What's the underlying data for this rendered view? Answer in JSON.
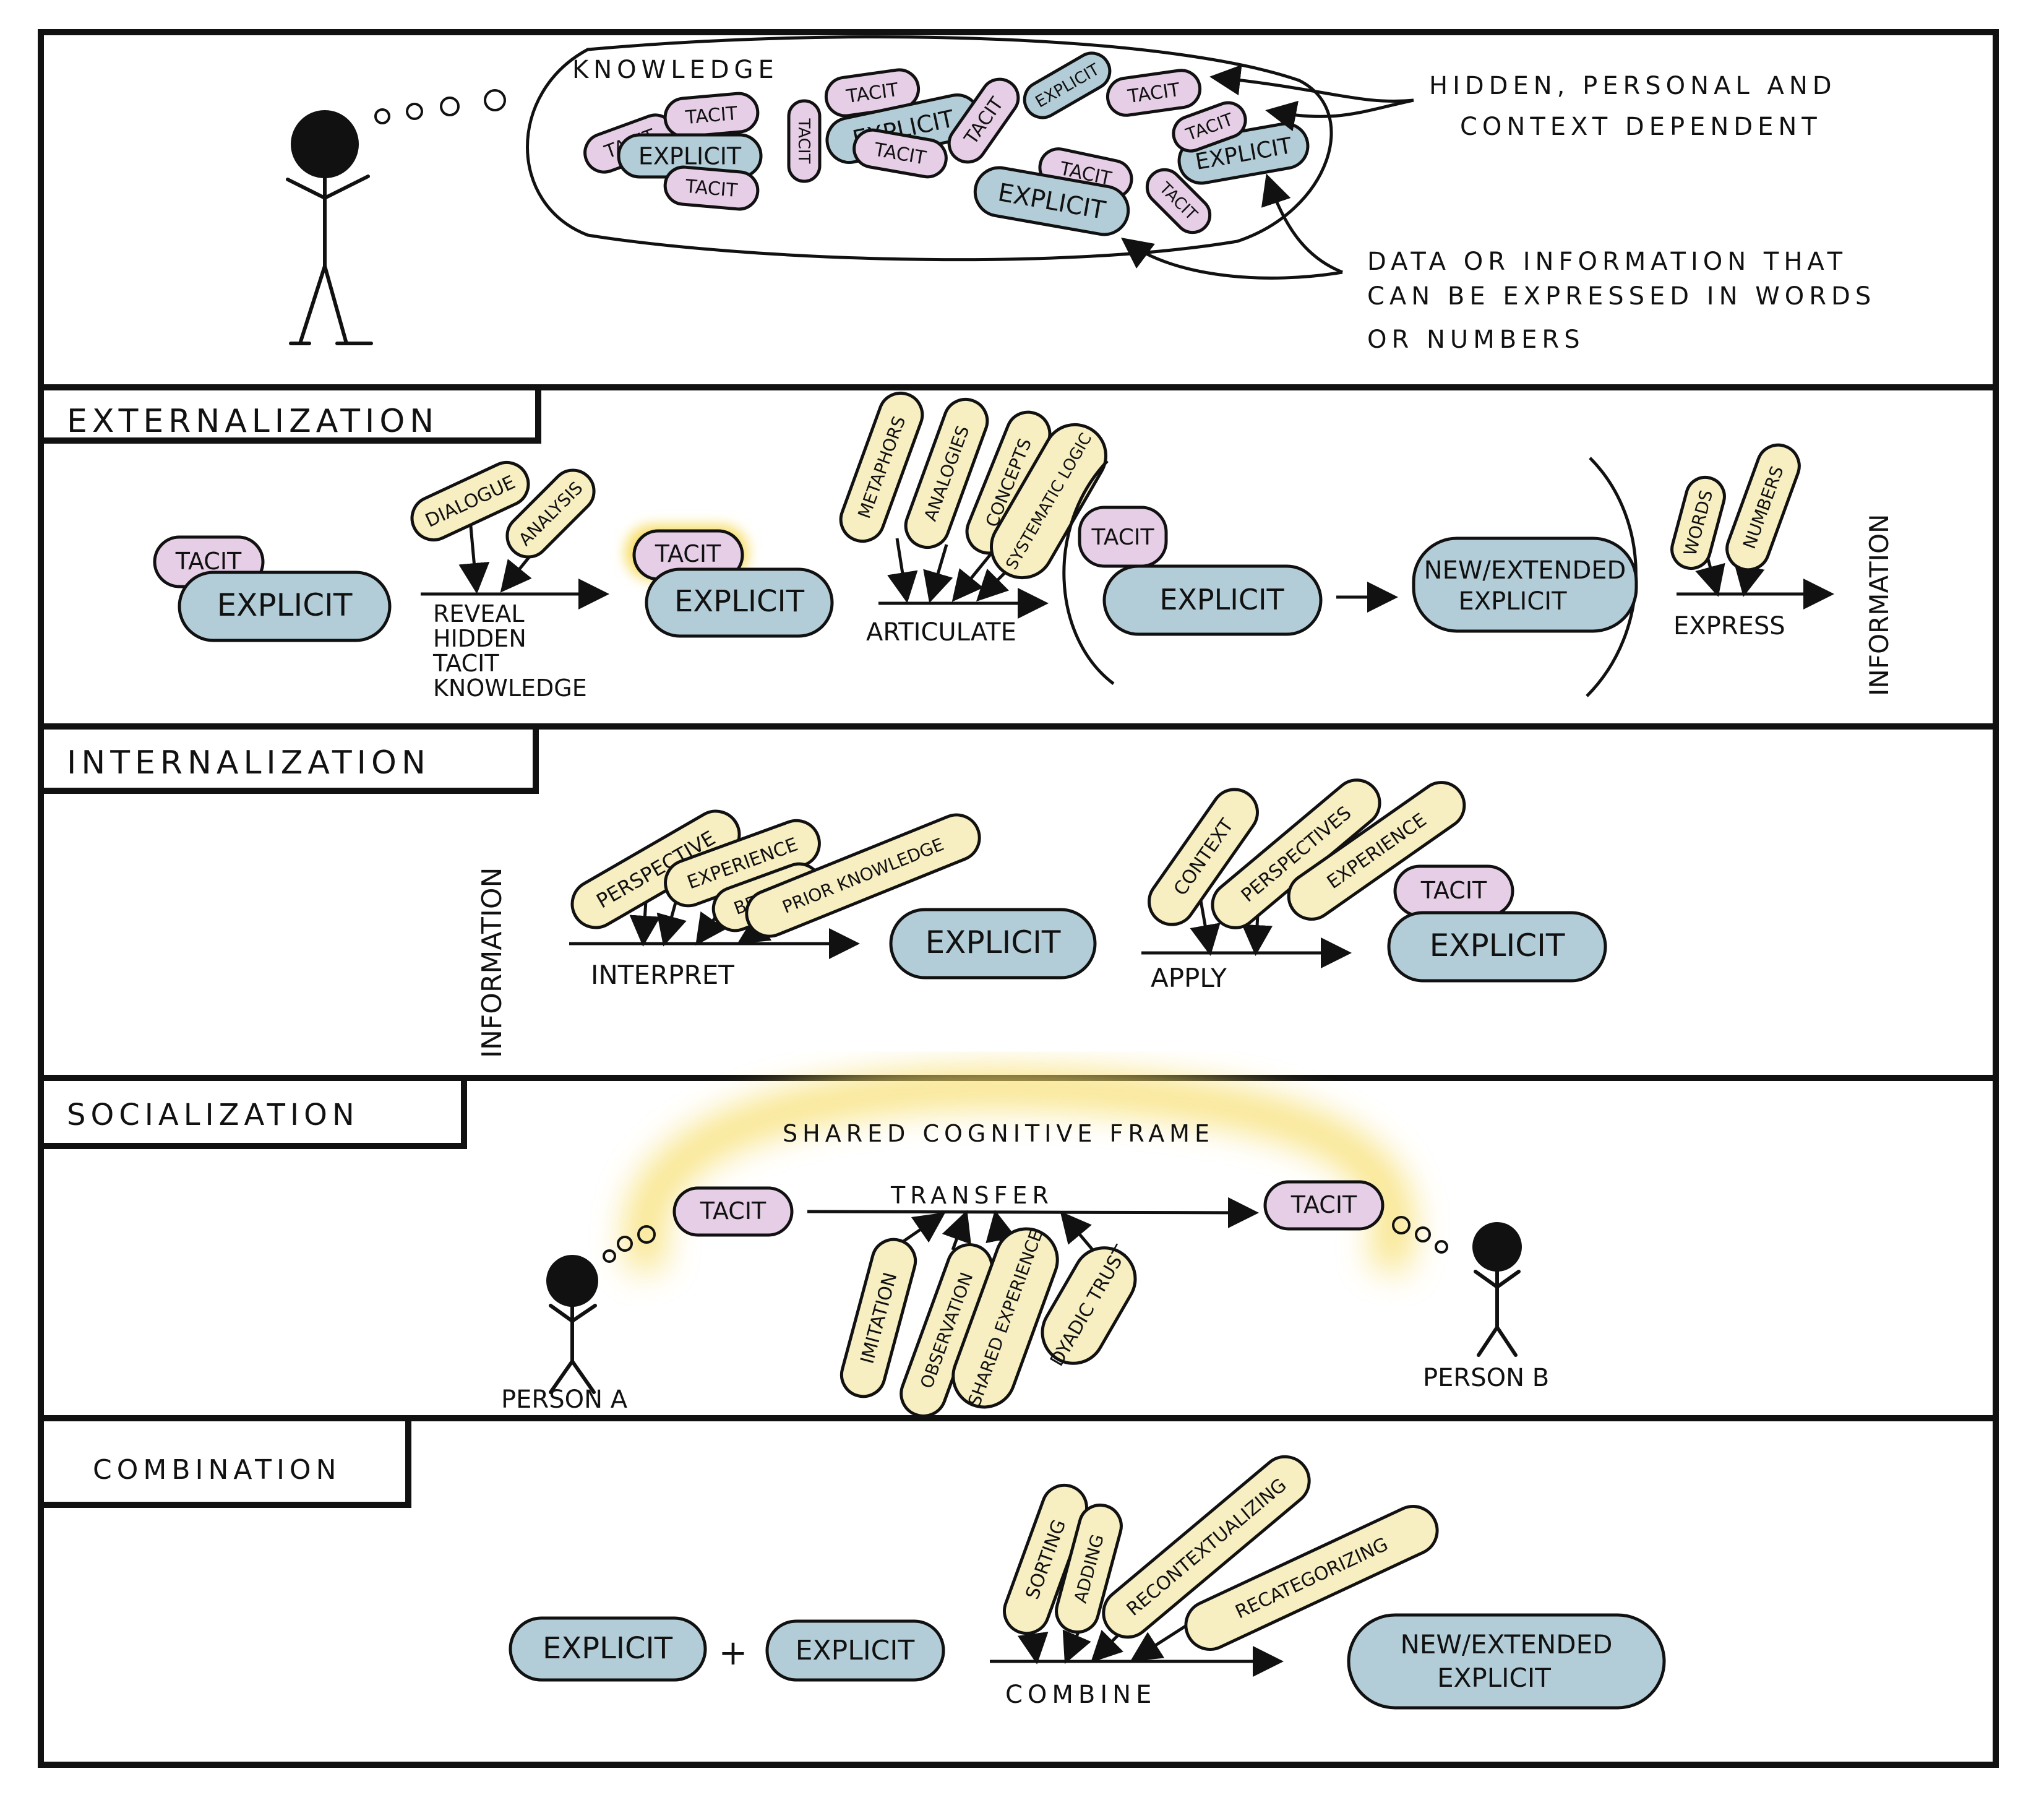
{
  "overview": {
    "knowledge_label": "KNOWLEDGE",
    "cloud_pills": [
      {
        "text": "TACIT",
        "kind": "tacit"
      },
      {
        "text": "TACIT",
        "kind": "tacit"
      },
      {
        "text": "EXPLICIT",
        "kind": "explicit"
      },
      {
        "text": "TACIT",
        "kind": "tacit"
      },
      {
        "text": "TACIT",
        "kind": "tacit"
      },
      {
        "text": "TACIT",
        "kind": "tacit"
      },
      {
        "text": "EXPLICIT",
        "kind": "explicit"
      },
      {
        "text": "TACIT",
        "kind": "tacit"
      },
      {
        "text": "TACIT",
        "kind": "tacit"
      },
      {
        "text": "EXPLICIT",
        "kind": "explicit"
      },
      {
        "text": "TACIT",
        "kind": "tacit"
      },
      {
        "text": "TACIT",
        "kind": "tacit"
      },
      {
        "text": "EXPLICIT",
        "kind": "explicit"
      },
      {
        "text": "TACIT",
        "kind": "tacit"
      },
      {
        "text": "EXPLICIT",
        "kind": "explicit"
      },
      {
        "text": "TACIT",
        "kind": "tacit"
      }
    ],
    "tacit_note": [
      "HIDDEN, PERSONAL AND",
      "CONTEXT DEPENDENT"
    ],
    "explicit_note": [
      "DATA OR INFORMATION THAT",
      "CAN BE EXPRESSED IN WORDS",
      "OR NUMBERS"
    ]
  },
  "externalization": {
    "title": "EXTERNALIZATION",
    "tacit": "TACIT",
    "explicit": "EXPLICIT",
    "factors1": [
      "DIALOGUE",
      "ANALYSIS"
    ],
    "step1": [
      "REVEAL",
      "HIDDEN",
      "TACIT",
      "KNOWLEDGE"
    ],
    "factors2": [
      "METAPHORS",
      "ANALOGIES",
      "CONCEPTS",
      "SYSTEMATIC LOGIC"
    ],
    "step2": "ARTICULATE",
    "new_explicit": [
      "NEW/EXTENDED",
      "EXPLICIT"
    ],
    "factors3": [
      "WORDS",
      "NUMBERS"
    ],
    "step3": "EXPRESS",
    "result": "INFORMATION"
  },
  "internalization": {
    "title": "INTERNALIZATION",
    "source": "INFORMATION",
    "factors1": [
      "PERSPECTIVE",
      "EXPERIENCE",
      "BELIEFS",
      "PRIOR KNOWLEDGE"
    ],
    "step1": "INTERPRET",
    "explicit": "EXPLICIT",
    "factors2": [
      "CONTEXT",
      "PERSPECTIVES",
      "EXPERIENCE"
    ],
    "step2": "APPLY",
    "tacit": "TACIT"
  },
  "socialization": {
    "title": "SOCIALIZATION",
    "frame_label": "SHARED COGNITIVE FRAME",
    "transfer": "TRANSFER",
    "tacit": "TACIT",
    "factors": [
      "IMITATION",
      "OBSERVATION",
      "SHARED EXPERIENCE",
      "DYADIC TRUST"
    ],
    "person_a": "PERSON A",
    "person_b": "PERSON B",
    "glow_color": "#f7de6b"
  },
  "combination": {
    "title": "COMBINATION",
    "explicit": "EXPLICIT",
    "plus": "+",
    "factors": [
      "SORTING",
      "ADDING",
      "RECONTEXTUALIZING",
      "RECATEGORIZING"
    ],
    "step": "COMBINE",
    "result": [
      "NEW/EXTENDED",
      "EXPLICIT"
    ]
  },
  "colors": {
    "tacit": "#e6cfe6",
    "explicit": "#b3cdd8",
    "factor": "#f7efc2",
    "ink": "#111111"
  }
}
